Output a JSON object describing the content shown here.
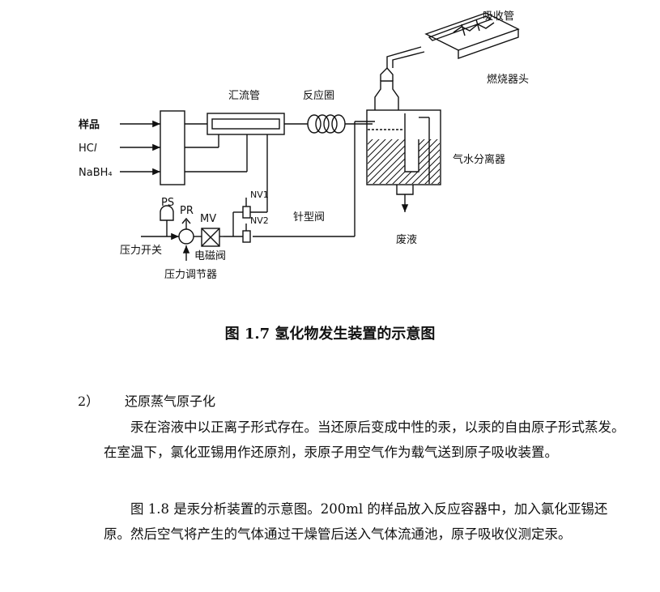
{
  "diagram": {
    "labels": {
      "absorption_tube": "吸收管",
      "burner_head": "燃烧器头",
      "manifold": "汇流管",
      "reaction_coil": "反应圈",
      "gas_liquid_separator": "气水分离器",
      "sample": "样品",
      "hcl_main": "HC",
      "hcl_italic": "l",
      "nabh4": "NaBH₄",
      "ps": "PS",
      "pr": "PR",
      "mv": "MV",
      "nv1": "NV1",
      "nv2": "NV2",
      "needle_valve": "针型阀",
      "pressure_switch": "压力开关",
      "solenoid_valve": "电磁阀",
      "pressure_regulator": "压力调节器",
      "waste_liquid": "废液"
    }
  },
  "caption": "图 1.7  氢化物发生装置的示意图",
  "section": {
    "number": "2）",
    "title": "还原蒸气原子化"
  },
  "paragraphs": [
    "汞在溶液中以正离子形式存在。当还原后变成中性的汞，以汞的自由原子形式蒸发。在室温下，氯化亚锡用作还原剂，汞原子用空气作为载气送到原子吸收装置。",
    "图 1.8 是汞分析装置的示意图。200ml 的样品放入反应容器中，加入氯化亚锡还原。然后空气将产生的气体通过干燥管后送入气体流通池，原子吸收仪测定汞。"
  ]
}
